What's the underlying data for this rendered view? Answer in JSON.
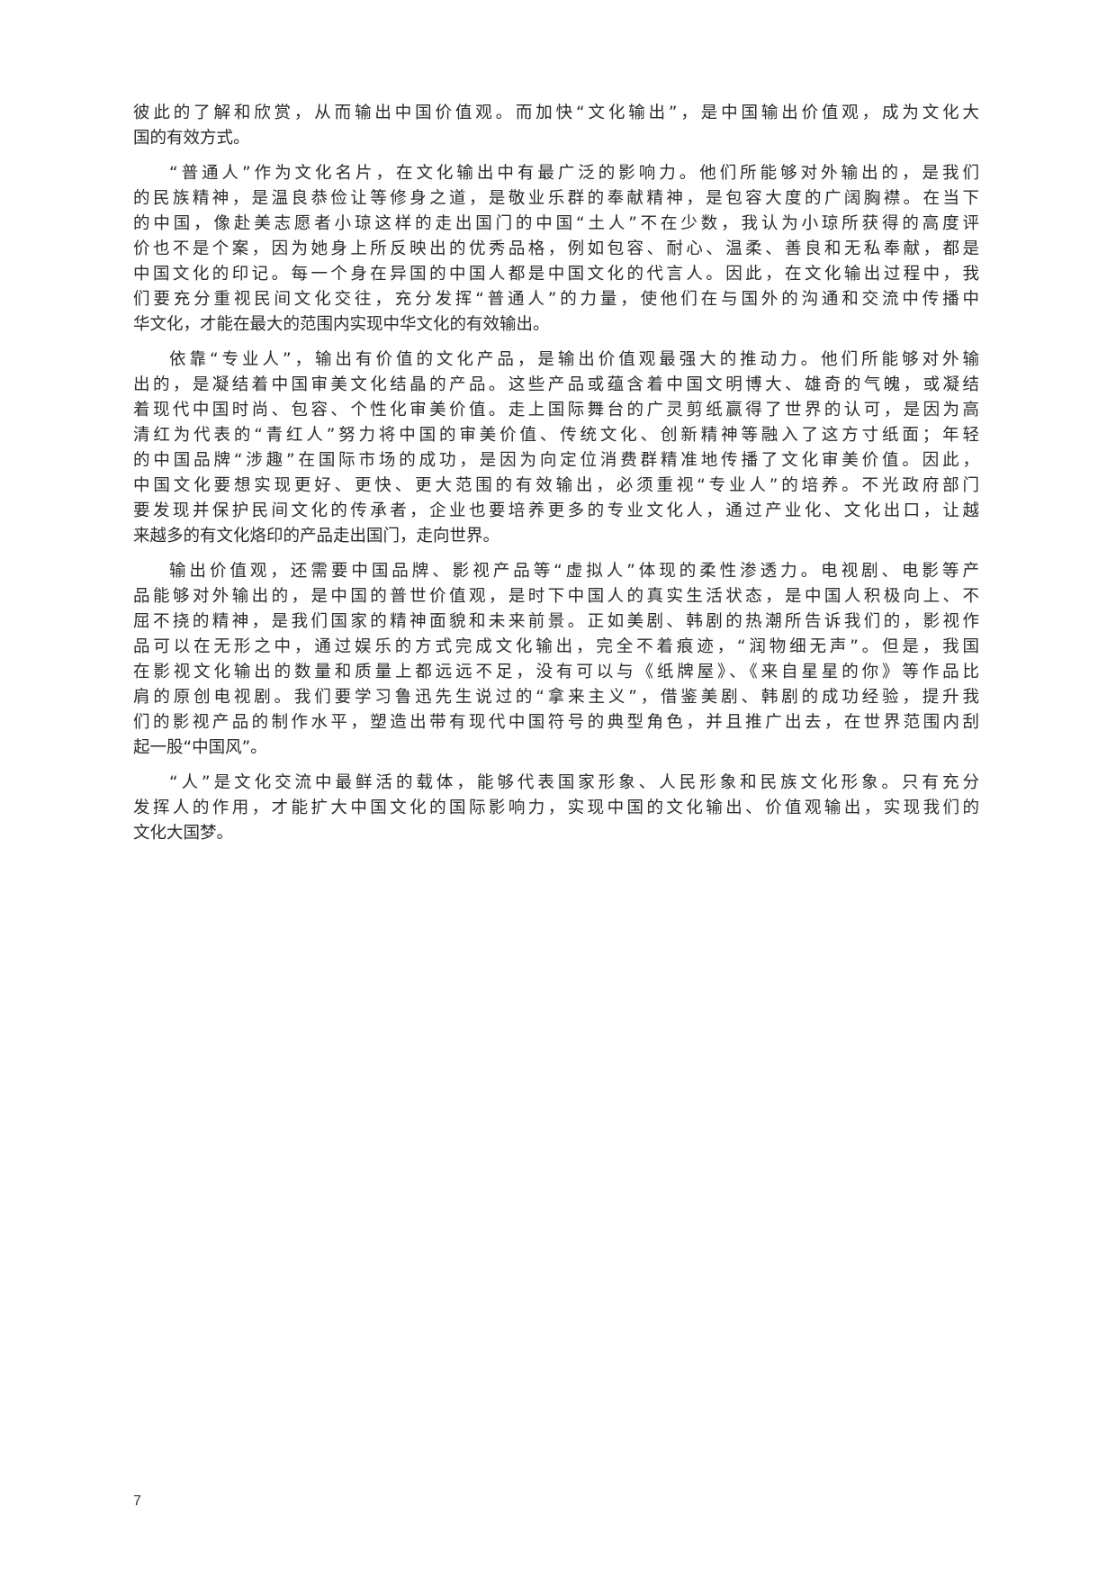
{
  "document": {
    "paragraphs": [
      {
        "indent": false,
        "lines": [
          "彼此的了解和欣赏，从而输出中国价值观。而加快“文化输出”，是中国输出价值观，成为文化大",
          "国的有效方式。"
        ]
      },
      {
        "indent": true,
        "lines": [
          "“普通人”作为文化名片，在文化输出中有最广泛的影响力。他们所能够对外输出的，是我们",
          "的民族精神，是温良恭俭让等修身之道，是敬业乐群的奉献精神，是包容大度的广阔胸襟。在当下",
          "的中国，像赴美志愿者小琼这样的走出国门的中国“土人”不在少数，我认为小琼所获得的高度评",
          "价也不是个案，因为她身上所反映出的优秀品格，例如包容、耐心、温柔、善良和无私奉献，都是",
          "中国文化的印记。每一个身在异国的中国人都是中国文化的代言人。因此，在文化输出过程中，我",
          "们要充分重视民间文化交往，充分发挥“普通人”的力量，使他们在与国外的沟通和交流中传播中",
          "华文化，才能在最大的范围内实现中华文化的有效输出。"
        ]
      },
      {
        "indent": true,
        "lines": [
          "依靠“专业人”，输出有价值的文化产品，是输出价值观最强大的推动力。他们所能够对外输",
          "出的，是凝结着中国审美文化结晶的产品。这些产品或蕴含着中国文明博大、雄奇的气魄，或凝结",
          "着现代中国时尚、包容、个性化审美价值。走上国际舞台的广灵剪纸赢得了世界的认可，是因为高",
          "清红为代表的“青红人”努力将中国的审美价值、传统文化、创新精神等融入了这方寸纸面；年轻",
          "的中国品牌“涉趣”在国际市场的成功，是因为向定位消费群精准地传播了文化审美价值。因此，",
          "中国文化要想实现更好、更快、更大范围的有效输出，必须重视“专业人”的培养。不光政府部门",
          "要发现并保护民间文化的传承者，企业也要培养更多的专业文化人，通过产业化、文化出口，让越",
          "来越多的有文化烙印的产品走出国门，走向世界。"
        ]
      },
      {
        "indent": true,
        "lines": [
          "输出价值观，还需要中国品牌、影视产品等“虚拟人”体现的柔性渗透力。电视剧、电影等产",
          "品能够对外输出的，是中国的普世价值观，是时下中国人的真实生活状态，是中国人积极向上、不",
          "屈不挠的精神，是我们国家的精神面貌和未来前景。正如美剧、韩剧的热潮所告诉我们的，影视作",
          "品可以在无形之中，通过娱乐的方式完成文化输出，完全不着痕迹，“润物细无声”。但是，我国",
          "在影视文化输出的数量和质量上都远远不足，没有可以与《纸牌屋》、《来自星星的你》等作品比",
          "肩的原创电视剧。我们要学习鲁迅先生说过的“拿来主义”，借鉴美剧、韩剧的成功经验，提升我",
          "们的影视产品的制作水平，塑造出带有现代中国符号的典型角色，并且推广出去，在世界范围内刮",
          "起一股“中国风”。"
        ]
      },
      {
        "indent": true,
        "lines": [
          "“人”是文化交流中最鲜活的载体，能够代表国家形象、人民形象和民族文化形象。只有充分",
          "发挥人的作用，才能扩大中国文化的国际影响力，实现中国的文化输出、价值观输出，实现我们的",
          "文化大国梦。"
        ]
      }
    ]
  },
  "footer": {
    "page_number": "7"
  }
}
